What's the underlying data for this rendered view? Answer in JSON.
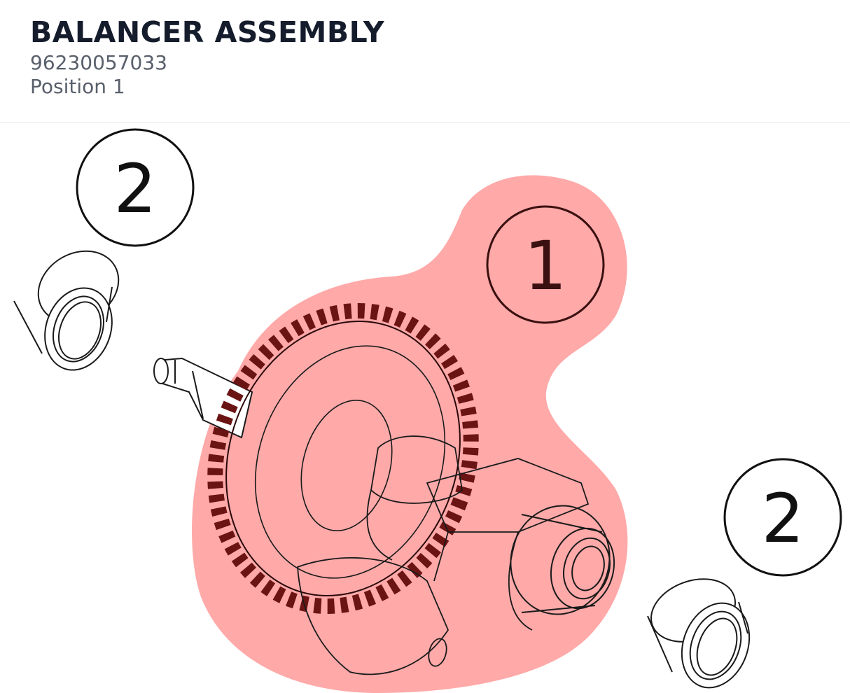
{
  "header": {
    "title": "BALANCER ASSEMBLY",
    "part_number": "96230057033",
    "position_label": "Position 1"
  },
  "diagram": {
    "callouts": [
      {
        "id": "callout-1",
        "label": "1",
        "highlighted": true
      },
      {
        "id": "callout-2-top",
        "label": "2",
        "highlighted": false
      },
      {
        "id": "callout-2-bottom",
        "label": "2",
        "highlighted": false
      }
    ],
    "colors": {
      "highlight": "#ff9a9a",
      "line": "#1a1a1a",
      "gear_teeth_highlighted": "#6a1414"
    }
  }
}
